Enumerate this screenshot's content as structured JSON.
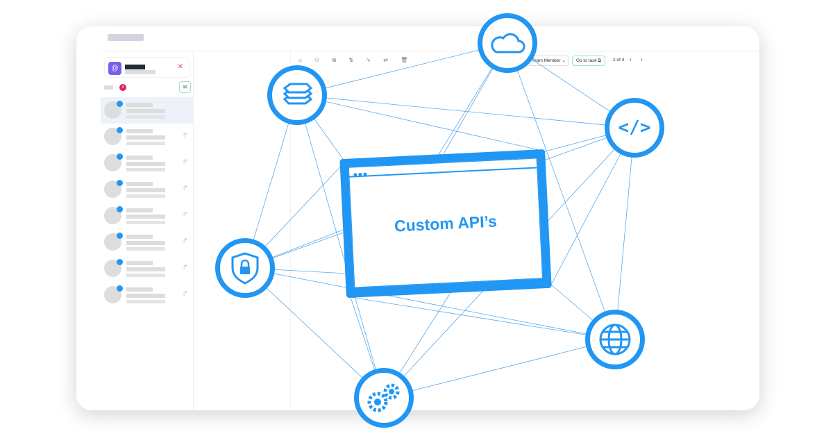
{
  "app": {
    "account_icon": "@",
    "badge_count": "4",
    "close": "✕",
    "mail_icon": "✉",
    "forward": "↱"
  },
  "toolbar": {
    "icons": "⌂ ⚇ ⧉ ⇅ ∿ ⇄ 🗑",
    "assign": "Team Member ⌄",
    "go_to_task": "Go to task ⧉",
    "pager": "2 of 4",
    "prev": "‹",
    "next": "›"
  },
  "diagram": {
    "title": "Custom API’s",
    "nodes": [
      "cloud-icon",
      "database-icon",
      "code-icon",
      "security-lock-icon",
      "globe-icon",
      "gears-icon"
    ],
    "code_glyph": "</>"
  },
  "colors": {
    "accent": "#2196f3"
  }
}
